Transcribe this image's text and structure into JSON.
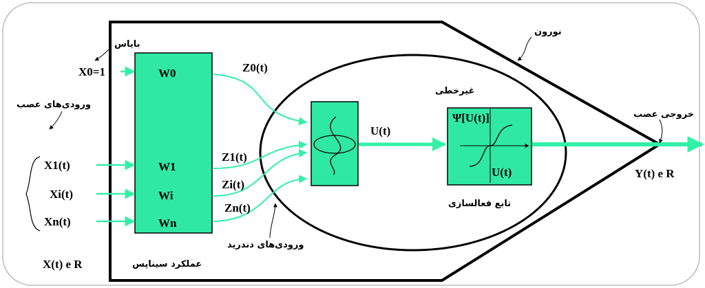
{
  "colors": {
    "accent": "#33f0a8",
    "box_fill": "#2fe8a4",
    "outline": "#000000",
    "frame": "#bdbdbd"
  },
  "labels": {
    "bias": "بایاس",
    "neuron": "نورون",
    "neuron_inputs": "ورودی‌های عصب",
    "nonlinear": "غیرخطی",
    "neuron_output": "خروجی عصب",
    "activation_function": "تابع فعالسازی",
    "dendrite_inputs": "ورودی‌های دندرید",
    "synaptic_function": "عملکرد سیناپس"
  },
  "inputs": {
    "x0": "X0=1",
    "x1": "X1(t)",
    "xi": "Xi(t)",
    "xn": "Xn(t)",
    "domain": "X(t) e R"
  },
  "weights": {
    "w0": "W0",
    "w1": "W1",
    "wi": "Wi",
    "wn": "Wn"
  },
  "synaptic_outputs": {
    "z0": "Z0(t)",
    "z1": "Z1(t)",
    "zi": "Zi(t)",
    "zn": "Zn(t)"
  },
  "activation": {
    "input": "U(t)",
    "formula": "Ψ[U(t)]",
    "axis": "U(t)"
  },
  "output": {
    "domain": "Y(t) e R"
  }
}
